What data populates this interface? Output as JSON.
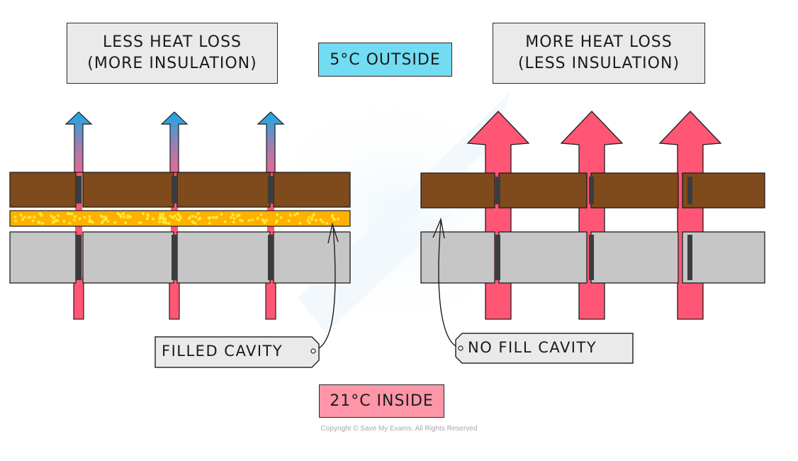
{
  "diagram": {
    "title_left": {
      "line1": "LESS HEAT LOSS",
      "line2": "(MORE INSULATION)"
    },
    "title_right": {
      "line1": "MORE HEAT LOSS",
      "line2": "(LESS INSULATION)"
    },
    "outside_label": "5°C OUTSIDE",
    "inside_label": "21°C INSIDE",
    "left_wall": {
      "cavity_label": "FILLED CAVITY",
      "cavity_fill": "insulation foam",
      "heat_arrows": 3,
      "heat_arrow_size": "thin"
    },
    "right_wall": {
      "cavity_label": "NO FILL CAVITY",
      "cavity_fill": "air gap",
      "heat_arrows": 3,
      "heat_arrow_size": "thick"
    },
    "copyright": "Copyright © Save My Exams. All Rights Reserved"
  },
  "colors": {
    "outer_brick": "#7f4a1c",
    "inner_block": "#c6c6c6",
    "mortar": "#3a3d40",
    "insulation": "#ffb000",
    "insulation_dots": "#ffe83a",
    "heat_red": "#ff5675",
    "cold_blue": "#18a8e4",
    "outside_box": "#72dcf2",
    "inside_box": "#ff96a8",
    "label_grey": "#eaeaea",
    "outline": "#1e1e1e"
  }
}
